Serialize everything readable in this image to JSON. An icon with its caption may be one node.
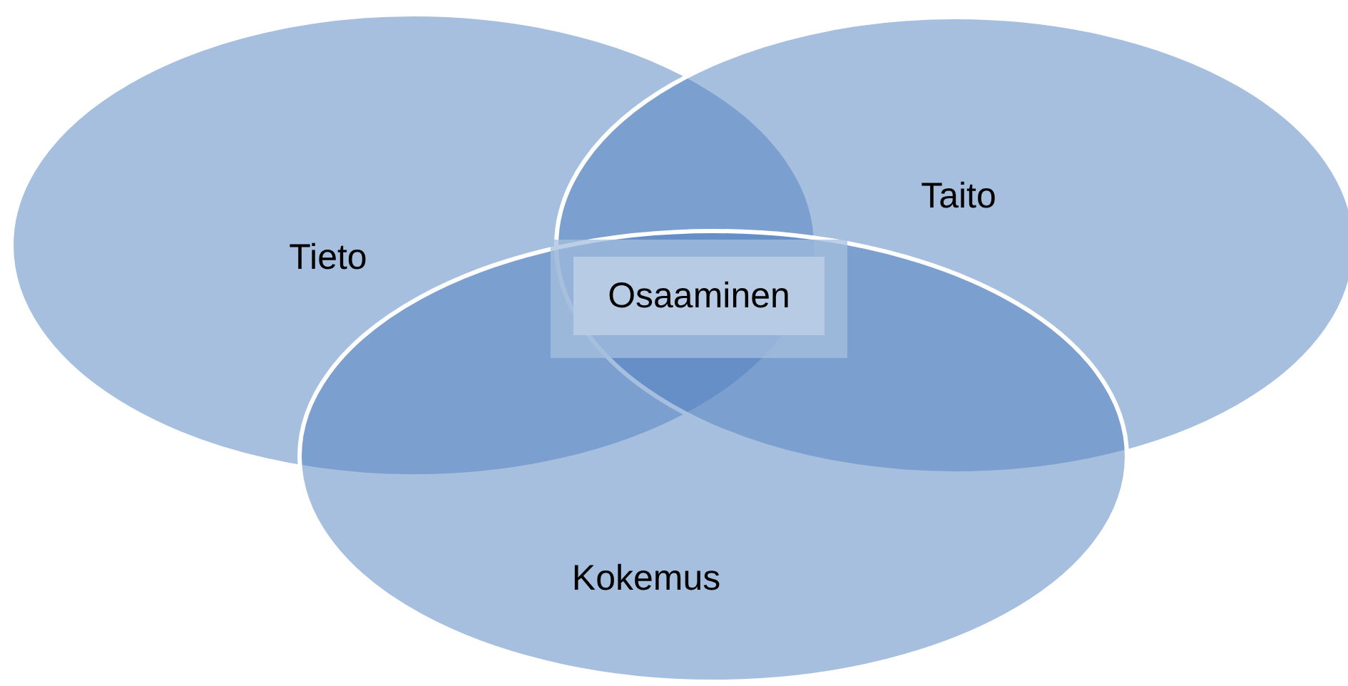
{
  "diagram": {
    "nodes": [
      {
        "text": [
          "Tieto"
        ]
      },
      {
        "text": [
          "Taito"
        ]
      },
      {
        "text": [
          "Kokemus"
        ]
      },
      {
        "text": [
          "Osaaminen"
        ]
      }
    ]
  }
}
